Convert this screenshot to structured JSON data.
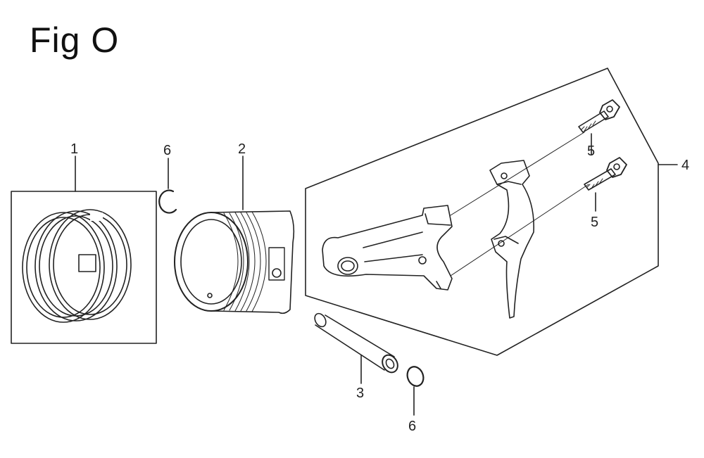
{
  "title": "Fig O",
  "callouts": {
    "piston_rings": "1",
    "piston": "2",
    "piston_pin": "3",
    "connecting_rod": "4",
    "bolt_upper": "5",
    "bolt_lower": "5",
    "clip_upper": "6",
    "clip_lower": "6"
  }
}
